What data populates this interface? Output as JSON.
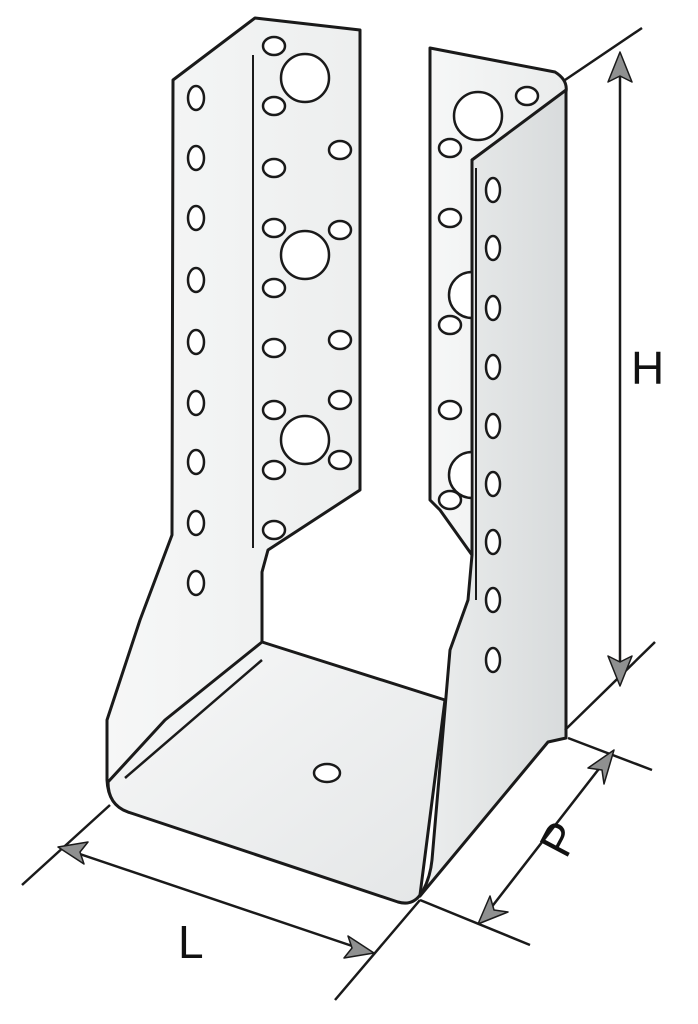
{
  "diagram": {
    "labels": {
      "height": "H",
      "depth": "P",
      "length": "L"
    },
    "colors": {
      "metal_light": "#f4f5f5",
      "metal_mid": "#e6e8e8",
      "metal_dark": "#d6d9da",
      "outline": "#1a1a1a",
      "arrow_head": "#8f9090",
      "hole_fill": "#ffffff"
    },
    "icons": [
      "joist-hanger-bracket-drawing",
      "dimension-arrow"
    ]
  }
}
